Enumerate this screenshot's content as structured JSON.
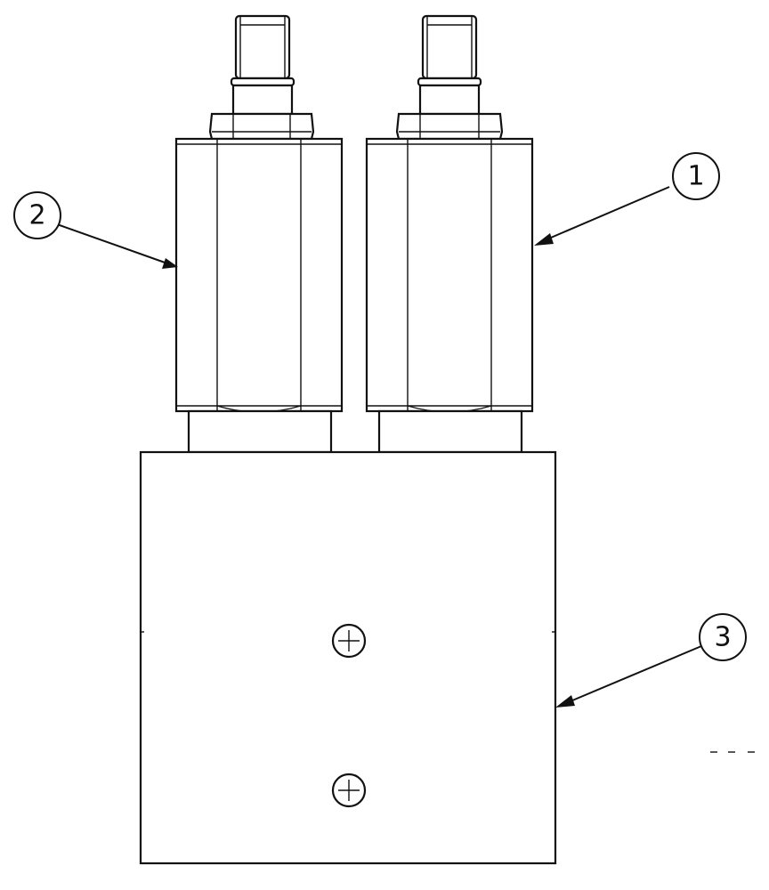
{
  "callouts": [
    {
      "id": "callout-1",
      "label": "1"
    },
    {
      "id": "callout-2",
      "label": "2"
    },
    {
      "id": "callout-3",
      "label": "3"
    }
  ],
  "colors": {
    "line": "#111111",
    "background": "#ffffff"
  }
}
